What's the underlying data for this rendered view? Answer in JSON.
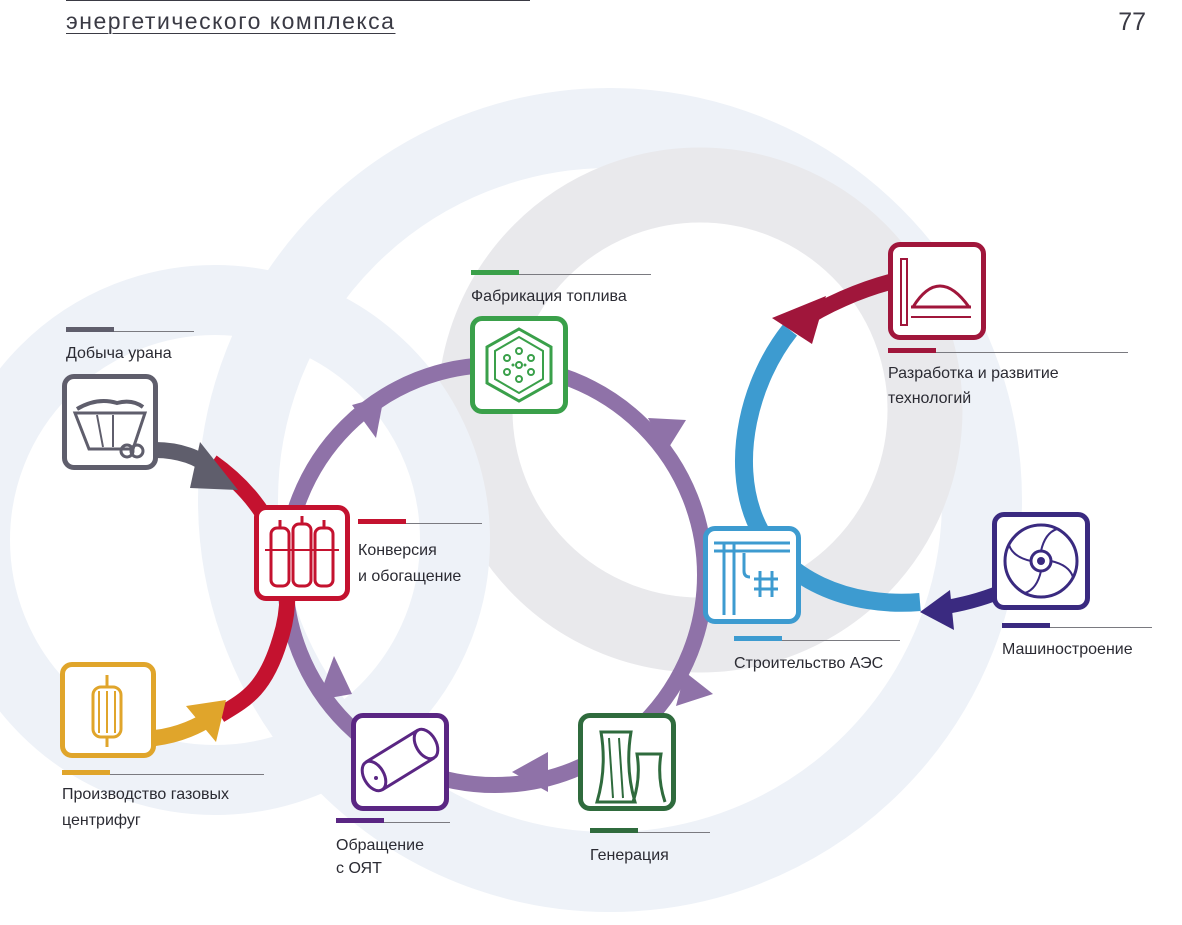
{
  "header": {
    "title": "энергетического комплекса",
    "page_number": "77"
  },
  "colors": {
    "mining": "#5f5e6c",
    "conversion": "#c4122f",
    "centrifuge": "#e0a52b",
    "fuel": "#3aa04a",
    "rnd": "#a0163b",
    "construction": "#3d9bd0",
    "machinery": "#3a2a80",
    "generation": "#2f6b3d",
    "spent_fuel": "#5a2683",
    "cycle": "#8f72a8"
  },
  "nodes": {
    "mining": {
      "label_1": "Добыча урана",
      "icon": "mine-cart-icon"
    },
    "conversion": {
      "label_1": "Конверсия",
      "label_2": "и обогащение",
      "icon": "gas-cylinders-icon"
    },
    "centrifuge": {
      "label_1": "Производство газовых",
      "label_2": "центрифуг",
      "icon": "centrifuge-icon"
    },
    "fuel": {
      "label_1": "Фабрикация топлива",
      "icon": "fuel-assembly-icon"
    },
    "rnd": {
      "label_1": "Разработка и развитие",
      "label_2": "технологий",
      "icon": "reactor-dome-icon"
    },
    "construction": {
      "label_1": "Строительство АЭС",
      "icon": "crane-icon"
    },
    "machinery": {
      "label_1": "Машиностроение",
      "icon": "turbine-fan-icon"
    },
    "generation": {
      "label_1": "Генерация",
      "icon": "cooling-tower-icon"
    },
    "spent_fuel": {
      "label_1": "Обращение",
      "label_2": "с ОЯТ",
      "icon": "waste-barrel-icon"
    }
  }
}
